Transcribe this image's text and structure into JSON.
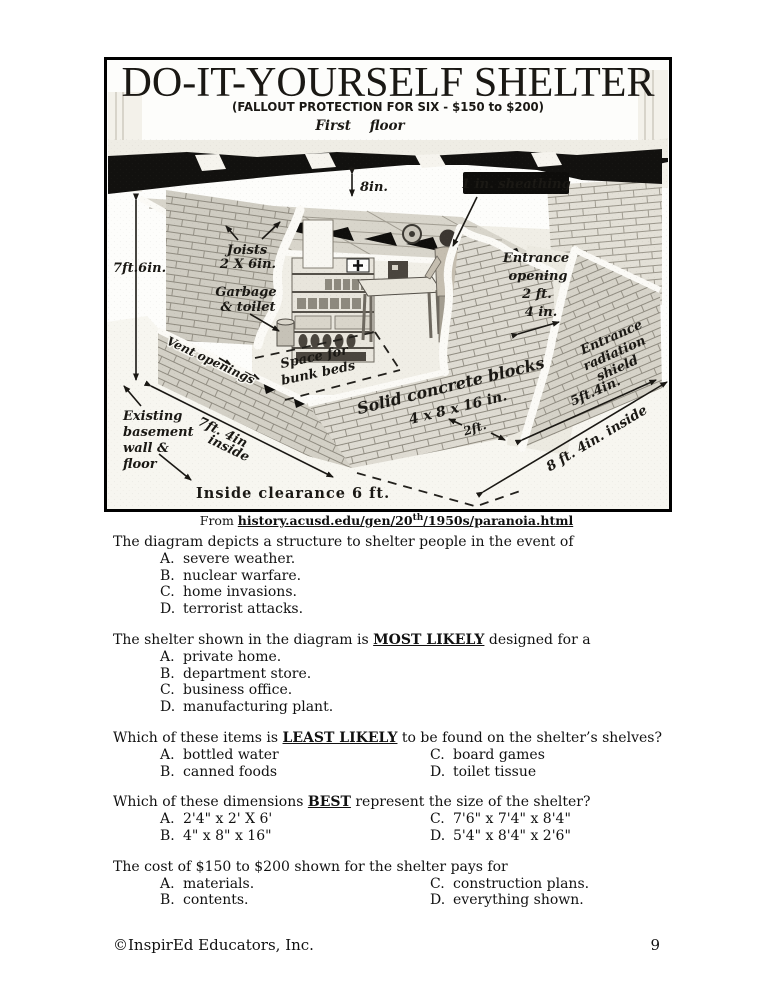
{
  "diagram": {
    "title": "DO-IT-YOURSELF SHELTER",
    "subtitle": "(FALLOUT PROTECTION FOR SIX - $150 to $200)",
    "floor_label": "First  floor",
    "labels": {
      "height": "7ft.6in.",
      "eight_in": "8in.",
      "sheathing": "1 in. sheathing",
      "joists_1": "Joists",
      "joists_2": "2 X 6in.",
      "garbage_1": "Garbage",
      "garbage_2": "& toilet",
      "entrance_1": "Entrance",
      "entrance_2": "opening",
      "entrance_3": "2 ft.",
      "entrance_4": "4 in.",
      "vents": "Vent openings",
      "bunk_1": "Space for",
      "bunk_2": "bunk beds",
      "blocks_1": "Solid concrete blocks",
      "blocks_2": "4 x 8 x 16 in.",
      "two_ft": "2ft.",
      "existing_1": "Existing",
      "existing_2": "basement",
      "existing_3": "wall &",
      "existing_4": "floor",
      "inside_w_1": "7ft. 4in",
      "inside_w_2": "inside",
      "clearance": "Inside clearance 6 ft.",
      "shield_1": "Entrance",
      "shield_2": "radiation",
      "shield_3": "shield",
      "shield_4": "5ft.4in.",
      "inside_d": "8 ft. 4in. inside"
    }
  },
  "source": {
    "prefix": "From ",
    "url_main": "history.acusd.edu/gen/20",
    "url_sup": "th",
    "url_rest": "/1950s/paranoia.html"
  },
  "questions": [
    {
      "stem_pre": "The diagram depicts a structure to shelter people in the event of",
      "stem_em": "",
      "stem_post": "",
      "options": [
        {
          "label": "A.",
          "text": "severe weather."
        },
        {
          "label": "B.",
          "text": "nuclear warfare."
        },
        {
          "label": "C.",
          "text": "home invasions."
        },
        {
          "label": "D.",
          "text": "terrorist attacks."
        }
      ]
    },
    {
      "stem_pre": "The shelter shown in the diagram is ",
      "stem_em": "MOST LIKELY",
      "stem_post": " designed for a",
      "options": [
        {
          "label": "A.",
          "text": "private home."
        },
        {
          "label": "B.",
          "text": "department store."
        },
        {
          "label": "C.",
          "text": "business office."
        },
        {
          "label": "D.",
          "text": "manufacturing plant."
        }
      ]
    },
    {
      "stem_pre": "Which of these items is ",
      "stem_em": "LEAST LIKELY",
      "stem_post": " to be found on the shelter’s shelves?",
      "options": [
        {
          "label": "A.",
          "text": "bottled water"
        },
        {
          "label": "B.",
          "text": "canned foods"
        },
        {
          "label": "C.",
          "text": "board games"
        },
        {
          "label": "D.",
          "text": "toilet tissue"
        }
      ]
    },
    {
      "stem_pre": "Which of these dimensions ",
      "stem_em": "BEST",
      "stem_post": " represent the size of the shelter?",
      "options": [
        {
          "label": "A.",
          "text": "2'4\" x 2' X 6'"
        },
        {
          "label": "B.",
          "text": "4\" x 8\" x 16\""
        },
        {
          "label": "C.",
          "text": "7'6\" x 7'4\" x 8'4\""
        },
        {
          "label": "D.",
          "text": "5'4\" x 8'4\" x 2'6\""
        }
      ]
    },
    {
      "stem_pre": "The cost of $150 to $200 shown for the shelter pays for",
      "stem_em": "",
      "stem_post": "",
      "options": [
        {
          "label": "A.",
          "text": "materials."
        },
        {
          "label": "B.",
          "text": "contents."
        },
        {
          "label": "C.",
          "text": "construction plans."
        },
        {
          "label": "D.",
          "text": "everything shown."
        }
      ]
    }
  ],
  "footer": {
    "copyright": "©InspirEd Educators, Inc.",
    "page": "9"
  }
}
